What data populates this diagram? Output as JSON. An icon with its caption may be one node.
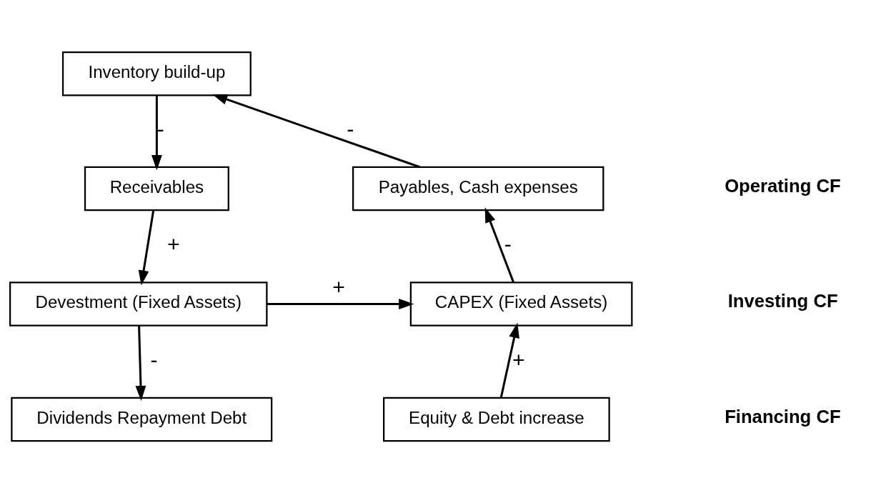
{
  "diagram": {
    "nodes": [
      {
        "text": [
          "Inventory build-up"
        ]
      },
      {
        "text": [
          "Payables, Cash expenses"
        ]
      },
      {
        "text": [
          "Receivables"
        ]
      },
      {
        "text": [
          "CAPEX (Fixed Assets)"
        ]
      },
      {
        "text": [
          "Devestment (Fixed Assets)"
        ]
      },
      {
        "text": [
          "Equity & Debt increase"
        ]
      },
      {
        "text": [
          "Dividends Repayment Debt"
        ]
      }
    ],
    "edges": [
      {
        "from": 1,
        "to": 0,
        "arrow": "to",
        "label": "-"
      },
      {
        "from": 0,
        "to": 2,
        "arrow": "to",
        "label": "-"
      },
      {
        "from": 2,
        "to": 4,
        "arrow": "to",
        "label": "+"
      },
      {
        "from": 4,
        "to": 3,
        "arrow": "to",
        "label": "+"
      },
      {
        "from": 3,
        "to": 1,
        "arrow": "to",
        "label": "-"
      },
      {
        "from": 5,
        "to": 3,
        "arrow": "to",
        "label": "+"
      },
      {
        "from": 4,
        "to": 6,
        "arrow": "to",
        "label": "-"
      }
    ],
    "labels": [
      "Operating CF",
      "Investing CF",
      "Financing CF"
    ]
  }
}
